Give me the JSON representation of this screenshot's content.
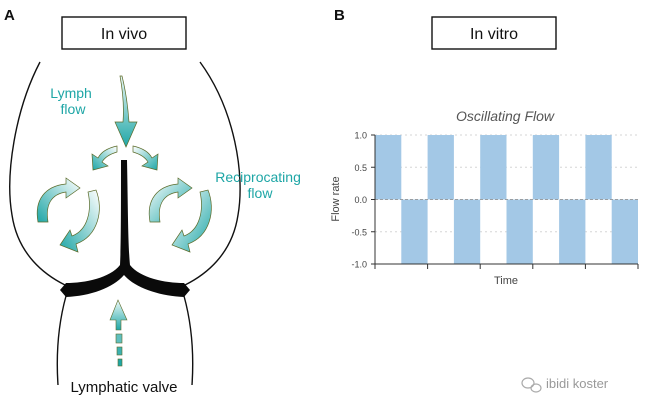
{
  "panel_a": {
    "letter": "A",
    "box_title": "In vivo",
    "lymph_flow_line1": "Lymph",
    "lymph_flow_line2": "flow",
    "reciprocating_line1": "Reciprocating",
    "reciprocating_line2": "flow",
    "caption": "Lymphatic valve"
  },
  "panel_b": {
    "letter": "B",
    "box_title": "In vitro"
  },
  "watermark": "ibidi koster",
  "colors": {
    "teal": "#1ea6a6",
    "bar_blue": "#a3c8e6",
    "grid": "#d6d6d6"
  },
  "chart_data": {
    "type": "bar",
    "title": "Oscillating Flow",
    "xlabel": "Time",
    "ylabel": "Flow rate",
    "ylim": [
      -1.0,
      1.0
    ],
    "yticks": [
      "1.0",
      "0.5",
      "0.0",
      "-0.5",
      "-1.0"
    ],
    "yticks_values": [
      1.0,
      0.5,
      0.0,
      -0.5,
      -1.0
    ],
    "values": [
      1.0,
      -1.0,
      1.0,
      -1.0,
      1.0,
      -1.0,
      1.0,
      -1.0,
      1.0,
      -1.0
    ]
  }
}
